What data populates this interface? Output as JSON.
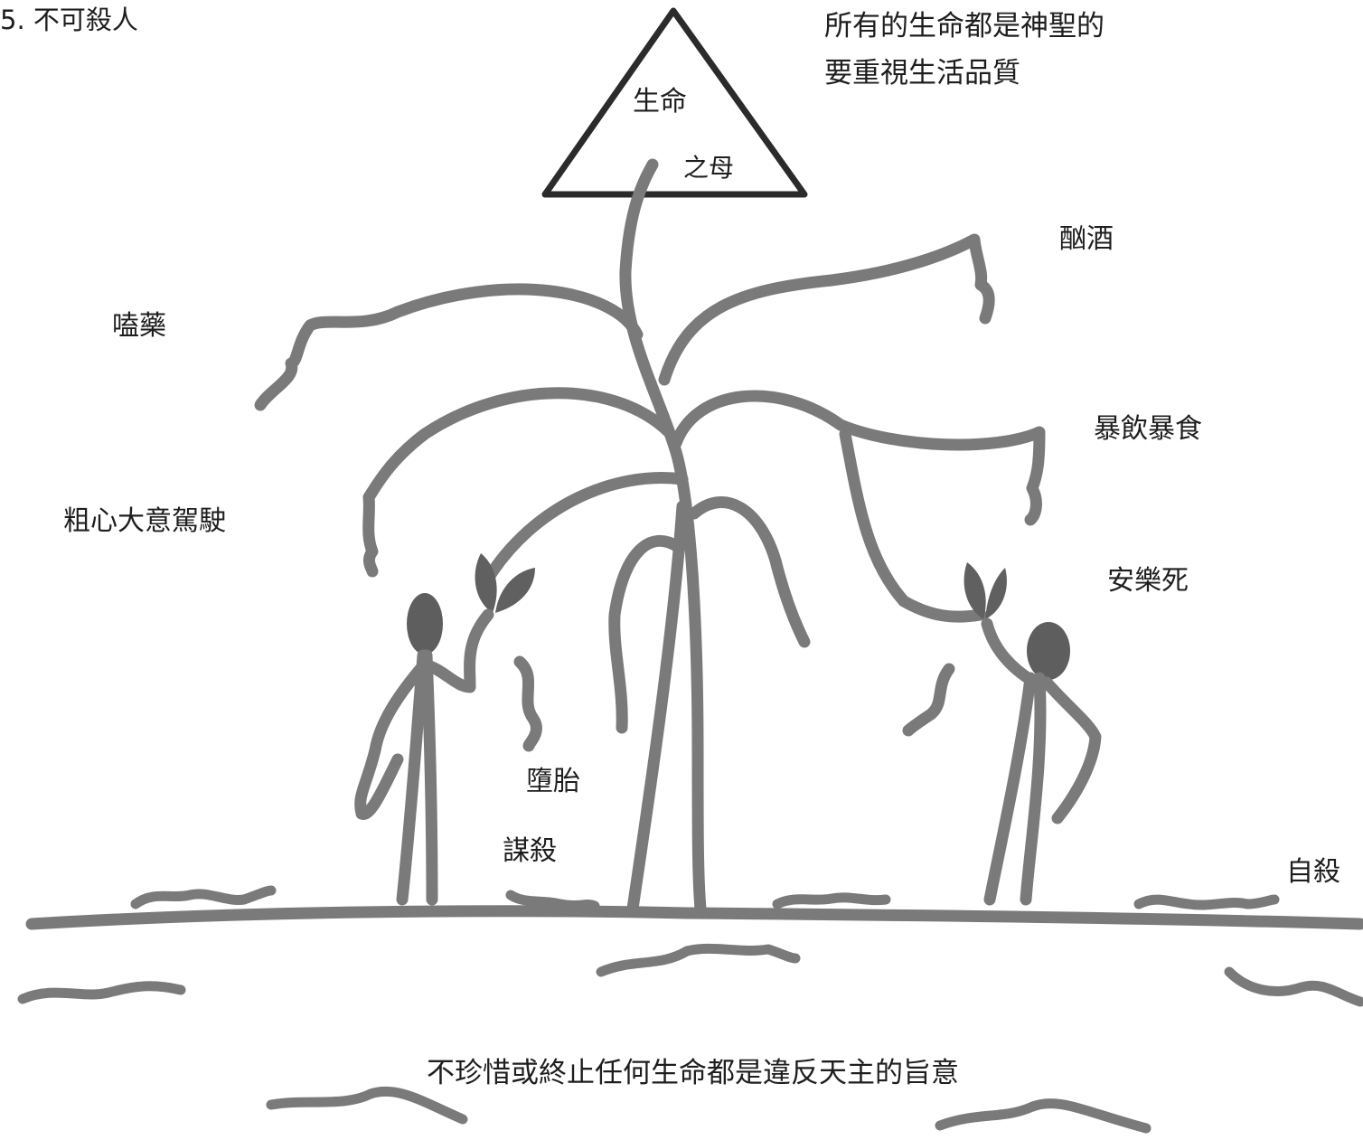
{
  "heading": "5. 不可殺人",
  "triangle": {
    "line1": "生命",
    "line2": "之母"
  },
  "top_right": {
    "line1": "所有的生命都是神聖的",
    "line2": "要重視生活品質"
  },
  "threats": {
    "drinking": "酗酒",
    "drugs": "嗑藥",
    "gluttony": "暴飲暴食",
    "reckless_driving": "粗心大意駕駛",
    "euthanasia": "安樂死",
    "abortion": "墮胎",
    "murder": "謀殺",
    "suicide": "自殺"
  },
  "bottom_message": "不珍惜或終止任何生命都是違反天主的旨意",
  "colors": {
    "ink": "#7a7a7a",
    "outline": "#2b2b2b",
    "figure": "#5e5e5e"
  }
}
